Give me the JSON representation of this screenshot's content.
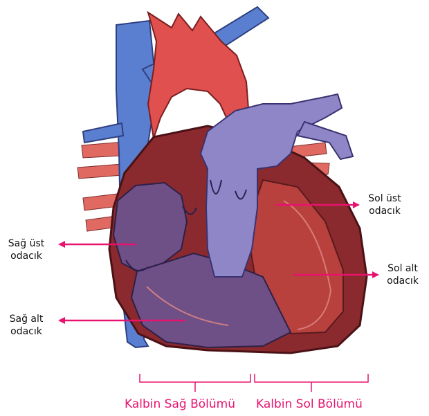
{
  "labels": {
    "right_atrium": {
      "line1": "Sağ üst",
      "line2": "odacık"
    },
    "right_ventricle": {
      "line1": "Sağ alt",
      "line2": "odacık"
    },
    "left_atrium": {
      "line1": "Sol üst",
      "line2": "odacık"
    },
    "left_ventricle": {
      "line1": "Sol alt",
      "line2": "odacık"
    }
  },
  "sections": {
    "right": "Kalbin Sağ Bölümü",
    "left": "Kalbin Sol Bölümü"
  },
  "colors": {
    "accent": "#e8126f",
    "vein_blue": "#5b7fd0",
    "artery_red": "#e0504e",
    "muscle_dark": "#8a2a2e",
    "pulmonary_purple": "#8e86c6",
    "chamber_purple": "#6e4f86"
  }
}
